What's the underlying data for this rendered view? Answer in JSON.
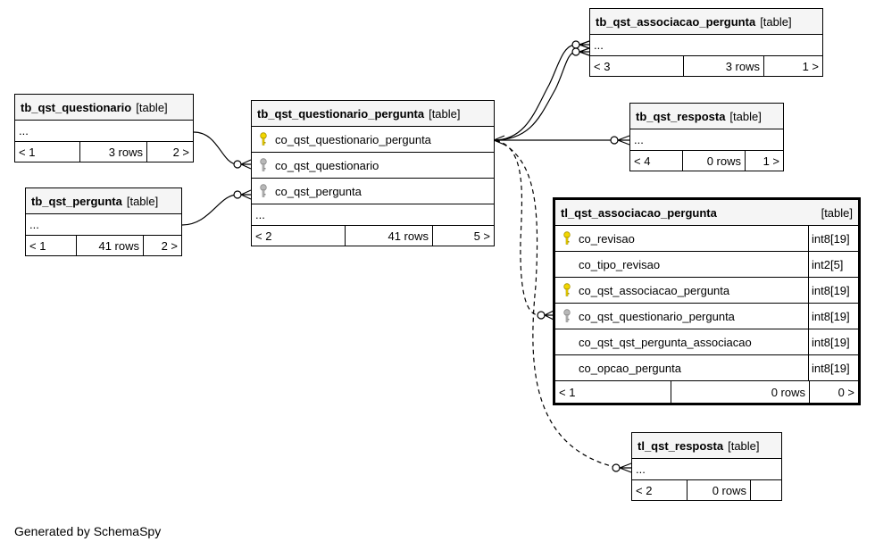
{
  "tables": {
    "tb_qst_questionario": {
      "name": "tb_qst_questionario",
      "type": "[table]",
      "ellipsis": "...",
      "parents": "< 1",
      "rows": "3 rows",
      "children": "2 >"
    },
    "tb_qst_pergunta": {
      "name": "tb_qst_pergunta",
      "type": "[table]",
      "ellipsis": "...",
      "parents": "< 1",
      "rows": "41 rows",
      "children": "2 >"
    },
    "tb_qst_questionario_pergunta": {
      "name": "tb_qst_questionario_pergunta",
      "type": "[table]",
      "columns": [
        {
          "name": "co_qst_questionario_pergunta",
          "key": "primary"
        },
        {
          "name": "co_qst_questionario",
          "key": "foreign"
        },
        {
          "name": "co_qst_pergunta",
          "key": "foreign"
        }
      ],
      "ellipsis": "...",
      "parents": "< 2",
      "rows": "41 rows",
      "children": "5 >"
    },
    "tb_qst_associacao_pergunta": {
      "name": "tb_qst_associacao_pergunta",
      "type": "[table]",
      "ellipsis": "...",
      "parents": "< 3",
      "rows": "3 rows",
      "children": "1 >"
    },
    "tb_qst_resposta": {
      "name": "tb_qst_resposta",
      "type": "[table]",
      "ellipsis": "...",
      "parents": "< 4",
      "rows": "0 rows",
      "children": "1 >"
    },
    "tl_qst_associacao_pergunta": {
      "name": "tl_qst_associacao_pergunta",
      "type": "[table]",
      "columns": [
        {
          "name": "co_revisao",
          "type": "int8[19]",
          "key": "primary"
        },
        {
          "name": "co_tipo_revisao",
          "type": "int2[5]",
          "key": "none"
        },
        {
          "name": "co_qst_associacao_pergunta",
          "type": "int8[19]",
          "key": "primary"
        },
        {
          "name": "co_qst_questionario_pergunta",
          "type": "int8[19]",
          "key": "foreign"
        },
        {
          "name": "co_qst_qst_pergunta_associacao",
          "type": "int8[19]",
          "key": "none"
        },
        {
          "name": "co_opcao_pergunta",
          "type": "int8[19]",
          "key": "none"
        }
      ],
      "parents": "< 1",
      "rows": "0 rows",
      "children": "0 >"
    },
    "tl_qst_resposta": {
      "name": "tl_qst_resposta",
      "type": "[table]",
      "ellipsis": "...",
      "parents": "< 2",
      "rows": "0 rows",
      "children": ""
    }
  },
  "key_colors": {
    "primary": "#f2d600",
    "foreign": "#b8b8b8"
  },
  "relationships": [
    {
      "from": "tb_qst_questionario",
      "to": "tb_qst_questionario_pergunta",
      "style": "solid"
    },
    {
      "from": "tb_qst_pergunta",
      "to": "tb_qst_questionario_pergunta",
      "style": "solid"
    },
    {
      "from": "tb_qst_questionario_pergunta",
      "to": "tb_qst_associacao_pergunta",
      "style": "solid"
    },
    {
      "from": "tb_qst_questionario_pergunta",
      "to": "tb_qst_associacao_pergunta",
      "style": "solid"
    },
    {
      "from": "tb_qst_questionario_pergunta",
      "to": "tb_qst_resposta",
      "style": "solid"
    },
    {
      "from": "tb_qst_questionario_pergunta",
      "to": "tl_qst_associacao_pergunta",
      "style": "dashed"
    },
    {
      "from": "tb_qst_questionario_pergunta",
      "to": "tl_qst_resposta",
      "style": "dashed"
    }
  ],
  "footer": "Generated by SchemaSpy"
}
